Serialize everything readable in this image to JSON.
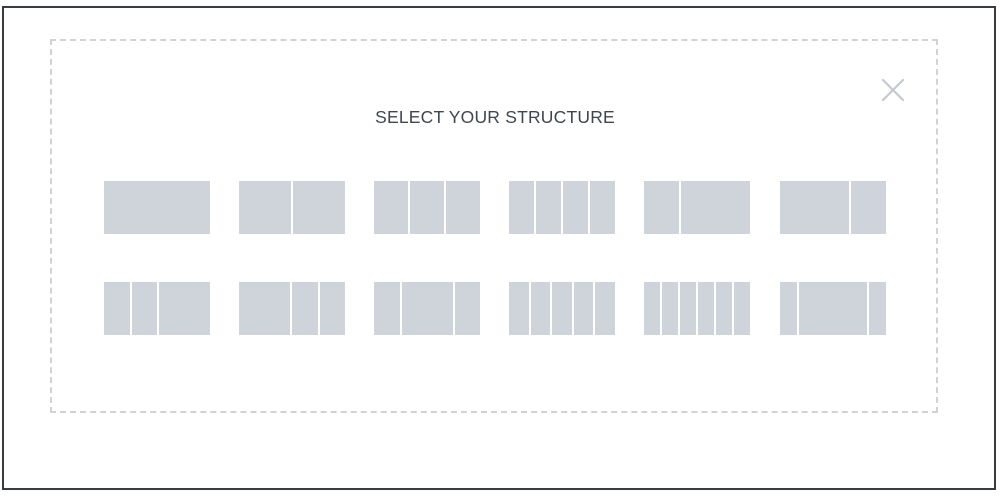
{
  "dialog": {
    "title": "SELECT YOUR STRUCTURE",
    "close_icon": "close-icon"
  },
  "colors": {
    "frame_border": "#3a3d40",
    "dashed_border": "#cfd3d8",
    "block_fill": "#cfd4da",
    "title_text": "#3f4650",
    "close_icon": "#c3c9d0"
  },
  "structures": [
    {
      "id": "one-column",
      "columns": [
        1
      ]
    },
    {
      "id": "two-columns-equal",
      "columns": [
        1,
        1
      ]
    },
    {
      "id": "three-columns-equal",
      "columns": [
        1,
        1,
        1
      ]
    },
    {
      "id": "four-columns-equal",
      "columns": [
        1,
        1,
        1,
        1
      ]
    },
    {
      "id": "two-columns-narrow-wide",
      "columns": [
        1,
        2
      ]
    },
    {
      "id": "two-columns-wide-narrow",
      "columns": [
        2,
        1
      ]
    },
    {
      "id": "three-columns-narrow-narrow-wide",
      "columns": [
        1,
        1,
        2
      ]
    },
    {
      "id": "three-columns-wide-narrow-narrow",
      "columns": [
        2,
        1,
        1
      ]
    },
    {
      "id": "three-columns-narrow-wide-narrow",
      "columns": [
        1,
        2,
        1
      ]
    },
    {
      "id": "five-columns-equal",
      "columns": [
        1,
        1,
        1,
        1,
        1
      ]
    },
    {
      "id": "six-columns-equal",
      "columns": [
        1,
        1,
        1,
        1,
        1,
        1
      ]
    },
    {
      "id": "three-columns-sidebar-wide-sidebar",
      "columns": [
        1,
        4,
        1
      ]
    }
  ]
}
